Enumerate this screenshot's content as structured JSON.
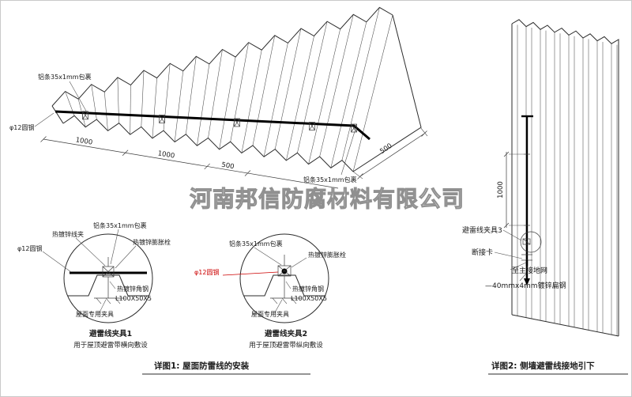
{
  "watermark": "河南邦信防腐材料有限公司",
  "colors": {
    "accent_red": "#cc0000",
    "line": "#2b2b2b",
    "watermark_gray": "#909090"
  },
  "roof": {
    "label_alu_top": "铝条35x1mm包裹",
    "label_round_steel": "φ12圆钢",
    "label_alu_right": "铝条35x1mm包裹",
    "dims": {
      "d1": "1000",
      "d2": "1000",
      "d3": "500",
      "d_side": "500"
    }
  },
  "clamp1": {
    "label_wire_clip": "热镀锌线夹",
    "label_alu": "铝条35x1mm包裹",
    "label_bolt": "热镀锌膨胀栓",
    "label_round_steel": "φ12圆钢",
    "label_angle": "热镀锌角钢",
    "label_angle_spec": "L100X50X5",
    "label_fixture": "屋面专用夹具",
    "title": "避雷线夹具1",
    "subtitle": "用于屋顶避雷带横向敷设"
  },
  "clamp2": {
    "label_alu": "铝条35x1mm包裹",
    "label_bolt": "热镀锌膨胀栓",
    "label_round_steel": "φ12圆钢",
    "label_angle": "热镀锌角钢",
    "label_angle_spec": "L100X50X5",
    "label_fixture": "屋面专用夹具",
    "title": "避雷线夹具2",
    "subtitle": "用于屋顶避雷带纵向敷设"
  },
  "wall": {
    "dim": "1000",
    "label_clamp3": "避雷线夹具3",
    "label_disconnect": "断接卡",
    "label_to_ground": "至主接地网",
    "label_flat_steel": "—40mmx4mm镀锌扁钢"
  },
  "captions": {
    "detail1": "详图1: 屋面防雷线的安装",
    "detail2": "详图2: 侧墙避雷线接地引下"
  }
}
